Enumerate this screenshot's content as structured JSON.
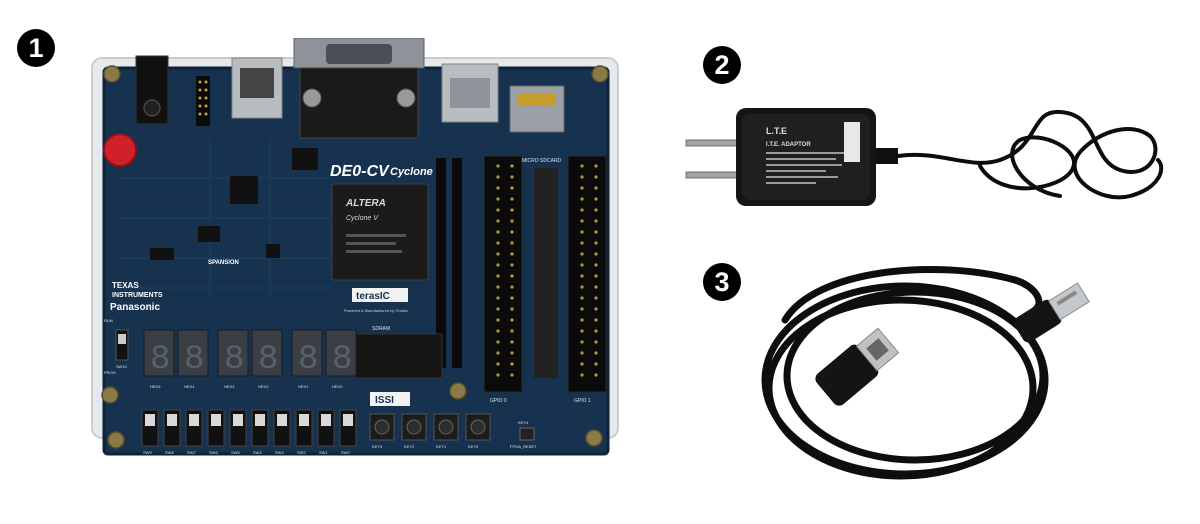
{
  "badges": [
    "1",
    "2",
    "3"
  ],
  "board": {
    "model": "DE0-CV",
    "family": "Cyclone",
    "fpga_brand": "ALTERA",
    "fpga_series": "Cyclone V",
    "vendor_logo": "terasIC",
    "tagline": "Powered & Manufactured by Terasic",
    "sdram_label": "SDRAM",
    "memory_brand": "ISSI",
    "flash_brand": "SPANSION",
    "ti_line1": "TEXAS",
    "ti_line2": "INSTRUMENTS",
    "panasonic": "Panasonic",
    "sdcard_label": "MICRO SDCARD",
    "gpio0": "GPIO 0",
    "gpio1": "GPIO 1",
    "run_label": "RUN",
    "prog_label": "PROG",
    "sw10_label": "SW10",
    "reset_label": "FPGA_RESET",
    "key4_label": "KEY4",
    "switch_labels": [
      "SW9",
      "SW8",
      "SW7",
      "SW6",
      "SW5",
      "SW4",
      "SW3",
      "SW2",
      "SW1",
      "SW0"
    ],
    "key_labels": [
      "KEY3",
      "KEY2",
      "KEY1",
      "KEY0"
    ],
    "hex_labels": [
      "HEX5",
      "HEX4",
      "HEX3",
      "HEX2",
      "HEX1",
      "HEX0"
    ]
  },
  "adapter": {
    "brand": "L.T.E",
    "label": "I.T.E. ADAPTOR"
  },
  "colors": {
    "pcb": "#17324f",
    "pcb_dark": "#0e2238",
    "badge": "#000000",
    "reset_button": "#d0202a",
    "acrylic": "#d7dbe0"
  },
  "icons": [
    "plug-icon",
    "usb-b-icon"
  ]
}
